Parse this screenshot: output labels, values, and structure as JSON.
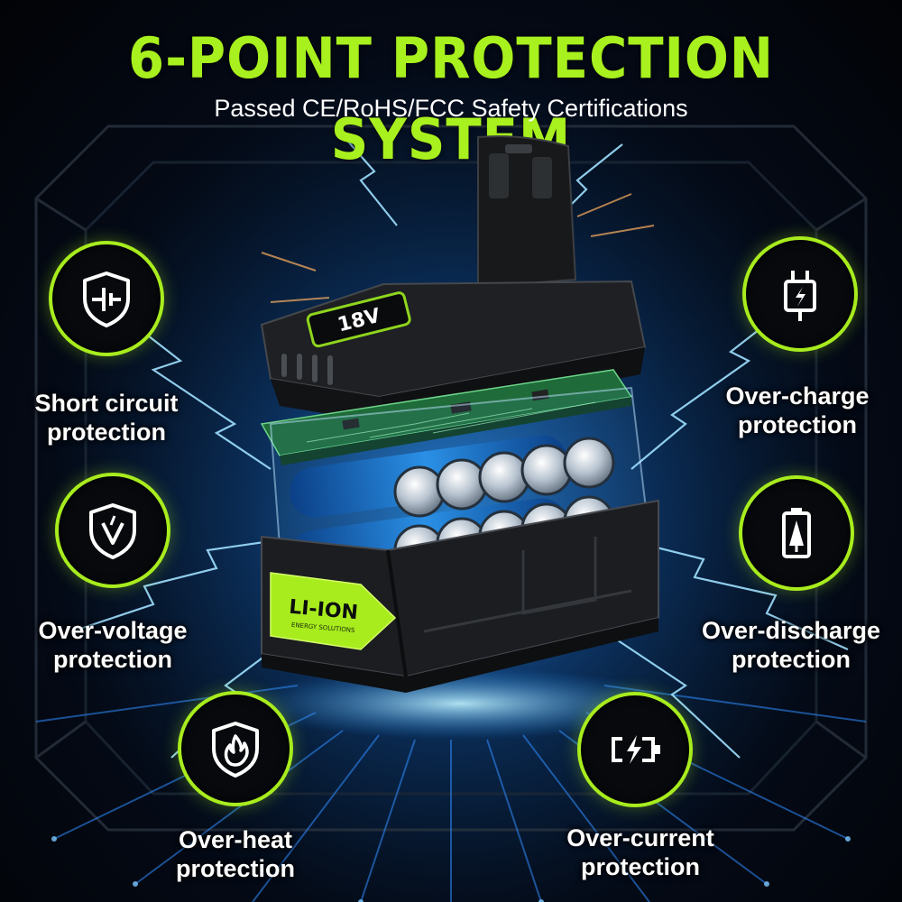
{
  "header": {
    "title": "6-POINT PROTECTION SYSTEM",
    "subtitle": "Passed CE/RoHS/FCC Safety Certifications"
  },
  "product": {
    "voltage_label": "18V",
    "badge_label": "LI-ION",
    "badge_sublabel": "ENERGY SOLUTIONS",
    "accent_color": "#a8ec1e",
    "cell_color": "#1f7fd6"
  },
  "features": [
    {
      "icon": "shield-circuit-icon",
      "line1": "Short circuit",
      "line2": "protection"
    },
    {
      "icon": "voltage-shield-icon",
      "line1": "Over-voltage",
      "line2": "protection"
    },
    {
      "icon": "fire-shield-icon",
      "line1": "Over-heat",
      "line2": "protection"
    },
    {
      "icon": "charging-plug-icon",
      "line1": "Over-charge",
      "line2": "protection"
    },
    {
      "icon": "battery-discharge-icon",
      "line1": "Over-discharge",
      "line2": "protection"
    },
    {
      "icon": "battery-bolt-icon",
      "line1": "Over-current",
      "line2": "protection"
    }
  ]
}
